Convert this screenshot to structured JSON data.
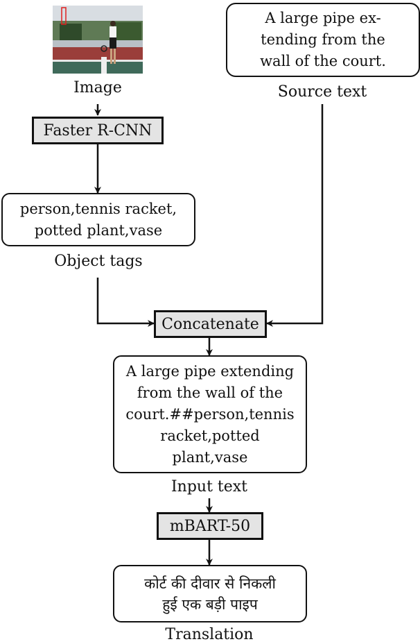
{
  "image": {
    "caption": "Image"
  },
  "source": {
    "lines": [
      "A large pipe ex-",
      "tending from the",
      "wall of the court."
    ],
    "caption": "Source text"
  },
  "detector": {
    "label": "Faster R-CNN"
  },
  "tags": {
    "lines": [
      "person,tennis racket,",
      "potted plant,vase"
    ],
    "caption": "Object tags"
  },
  "concat": {
    "label": "Concatenate"
  },
  "input": {
    "lines": [
      "A large pipe extending",
      "from the wall of the",
      "court.##person,tennis",
      "racket,potted",
      "plant,vase"
    ],
    "caption": "Input text"
  },
  "model": {
    "label": "mBART-50"
  },
  "output": {
    "lines": [
      "कोर्ट की दीवार से निकली",
      "हुई एक बड़ी पाइप"
    ],
    "caption": "Translation"
  }
}
